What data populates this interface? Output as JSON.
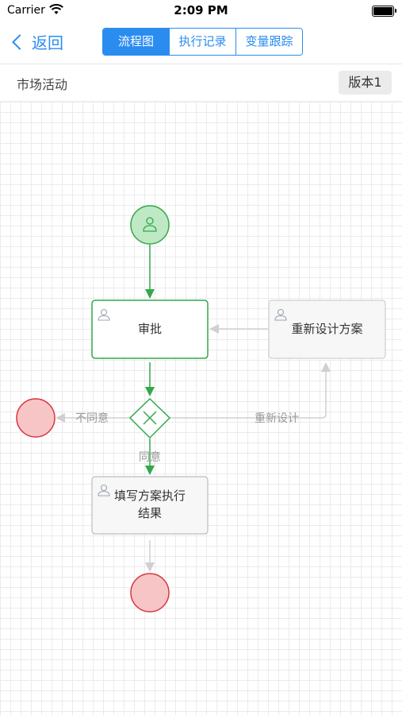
{
  "status_bar": {
    "carrier": "Carrier",
    "time": "2:09 PM"
  },
  "nav": {
    "back_label": "返回",
    "tabs": [
      {
        "label": "流程图",
        "active": true
      },
      {
        "label": "执行记录",
        "active": false
      },
      {
        "label": "变量跟踪",
        "active": false
      }
    ]
  },
  "process": {
    "name": "市场活动",
    "version": "版本1"
  },
  "flow": {
    "nodes": {
      "approve": "审批",
      "redesign": "重新设计方案",
      "fill_result": "填写方案执行结果"
    },
    "edges": {
      "reject": "不同意",
      "redesign": "重新设计",
      "agree": "同意"
    }
  },
  "colors": {
    "accent": "#2b8cf0",
    "active_green": "#32a84a",
    "end_red": "#d9363e",
    "inactive_gray": "#bbbbbb"
  }
}
